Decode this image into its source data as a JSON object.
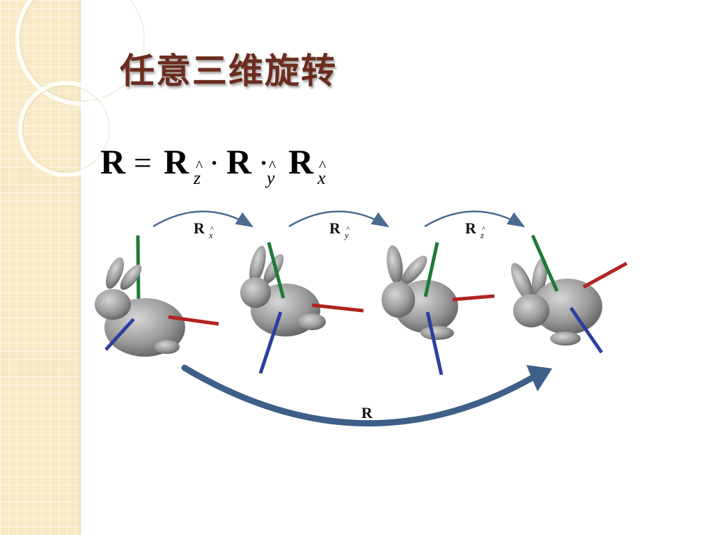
{
  "slide": {
    "title": "任意三维旋转"
  },
  "equation": {
    "lhs": "R",
    "equals": "=",
    "terms": [
      {
        "symbol": "R",
        "sub": "z",
        "hat": "^"
      },
      {
        "op": "·"
      },
      {
        "symbol": "R"
      },
      {
        "op": "·"
      },
      {
        "sub": "y",
        "hat": "^"
      },
      {
        "symbol": "R",
        "sub": "x",
        "hat": "^"
      }
    ]
  },
  "figure": {
    "steps": [
      {
        "symbol": "R",
        "sub": "x",
        "hat": "^"
      },
      {
        "symbol": "R",
        "sub": "y",
        "hat": "^"
      },
      {
        "symbol": "R",
        "sub": "z",
        "hat": "^"
      }
    ],
    "overall_label": "R",
    "colors": {
      "bunny": "#9a9a9a",
      "axis_x": "#b22222",
      "axis_y": "#1f7a3a",
      "axis_z": "#2c3f9e",
      "small_arrow": "#4a6a92",
      "big_arrow": "#3d5f88"
    }
  }
}
